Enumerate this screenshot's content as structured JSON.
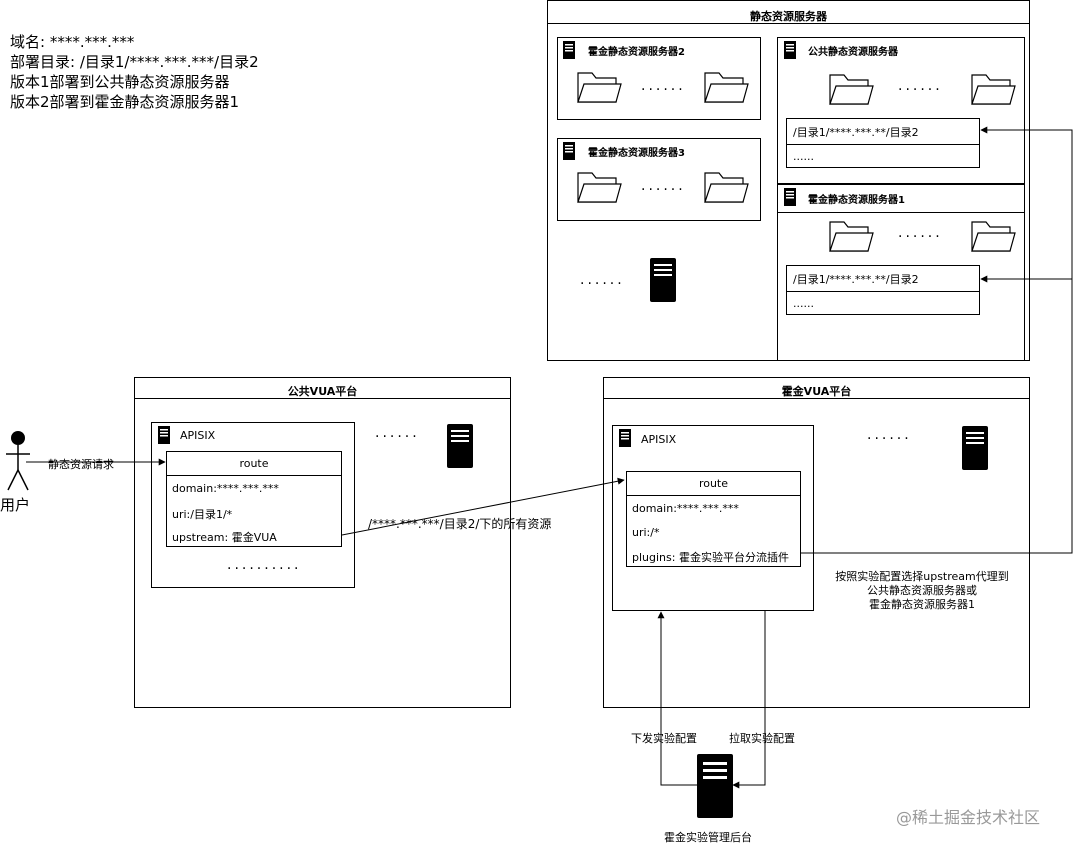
{
  "notes": {
    "domain_line": "域名: ****.***.***",
    "deploy_dir_line": "部署目录: /目录1/****.***.***/目录2",
    "version1_line": "版本1部署到公共静态资源服务器",
    "version2_line": "版本2部署到霍金静态资源服务器1"
  },
  "static_group": {
    "title": "静态资源服务器",
    "server2": {
      "title": "霍金静态资源服务器2"
    },
    "server3": {
      "title": "霍金静态资源服务器3"
    },
    "public_server": {
      "title": "公共静态资源服务器",
      "path_row": "/目录1/****.***.**/目录2",
      "more_row": "......"
    },
    "server1": {
      "title": "霍金静态资源服务器1",
      "path_row": "/目录1/****.***.**/目录2",
      "more_row": "......"
    },
    "ellipsis": "......"
  },
  "public_vua": {
    "title": "公共VUA平台",
    "apisix_label": "APISIX",
    "route_header": "route",
    "route_domain": "domain:****.***.***",
    "route_uri": "uri:/目录1/*",
    "route_upstream": "upstream: 霍金VUA",
    "bottom_ellipsis": "..........",
    "side_ellipsis": "......"
  },
  "hj_vua": {
    "title": "霍金VUA平台",
    "apisix_label": "APISIX",
    "route_header": "route",
    "route_domain": "domain:****.***.***",
    "route_uri": "uri:/*",
    "route_plugins": "plugins: 霍金实验平台分流插件",
    "side_ellipsis": "......"
  },
  "user": {
    "label": "用户",
    "request_label": "静态资源请求"
  },
  "edges": {
    "forward_label": "/****.***.***/目录2/下的所有资源",
    "proxy_label_line1": "按照实验配置选择upstream代理到",
    "proxy_label_line2": "公共静态资源服务器或",
    "proxy_label_line3": "霍金静态资源服务器1",
    "push_config": "下发实验配置",
    "pull_config": "拉取实验配置"
  },
  "backend": {
    "label": "霍金实验管理后台"
  },
  "watermark": "@稀土掘金技术社区",
  "colors": {
    "line": "#000000",
    "background": "#ffffff",
    "watermark": "#999999"
  }
}
